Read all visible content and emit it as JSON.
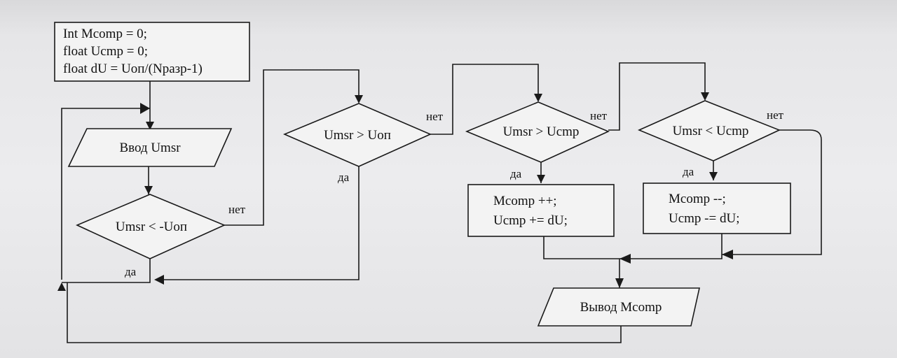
{
  "diagram": {
    "init_lines": [
      "Int Mcomp = 0;",
      "float Ucmp = 0;",
      "float dU = Uоп/(Nразр-1)"
    ],
    "input_label": "Ввод Umsr",
    "cond1": "Umsr < -Uоп",
    "cond2": "Umsr > Uоп",
    "cond3": "Umsr > Ucmp",
    "cond4": "Umsr < Ucmp",
    "block1_lines": [
      "Mcomp ++;",
      "Ucmp += dU;"
    ],
    "block2_lines": [
      "Mcomp --;",
      "Ucmp -= dU;"
    ],
    "output_label": "Вывод Mcomp",
    "yes": "да",
    "no": "нет"
  }
}
